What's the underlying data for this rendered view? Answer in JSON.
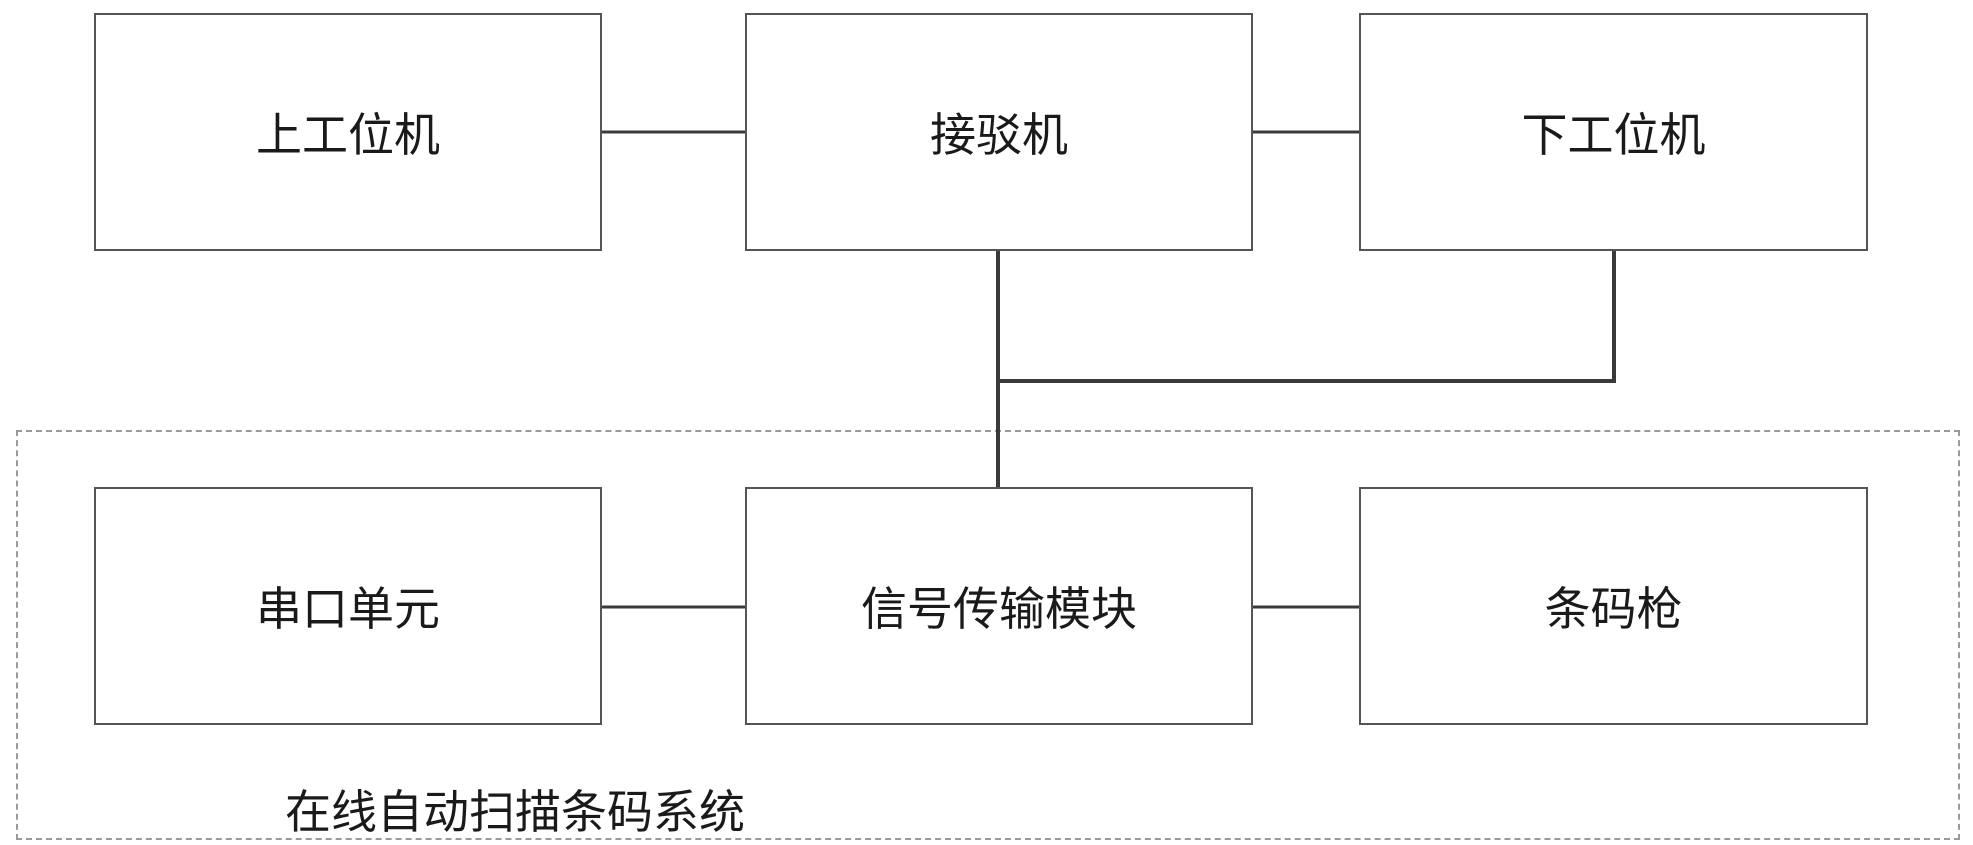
{
  "top_row": {
    "upper_station": "上工位机",
    "docking_machine": "接驳机",
    "lower_station": "下工位机"
  },
  "system": {
    "label": "在线自动扫描条码系统",
    "serial_unit": "串口单元",
    "signal_module": "信号传输模块",
    "barcode_gun": "条码枪"
  }
}
